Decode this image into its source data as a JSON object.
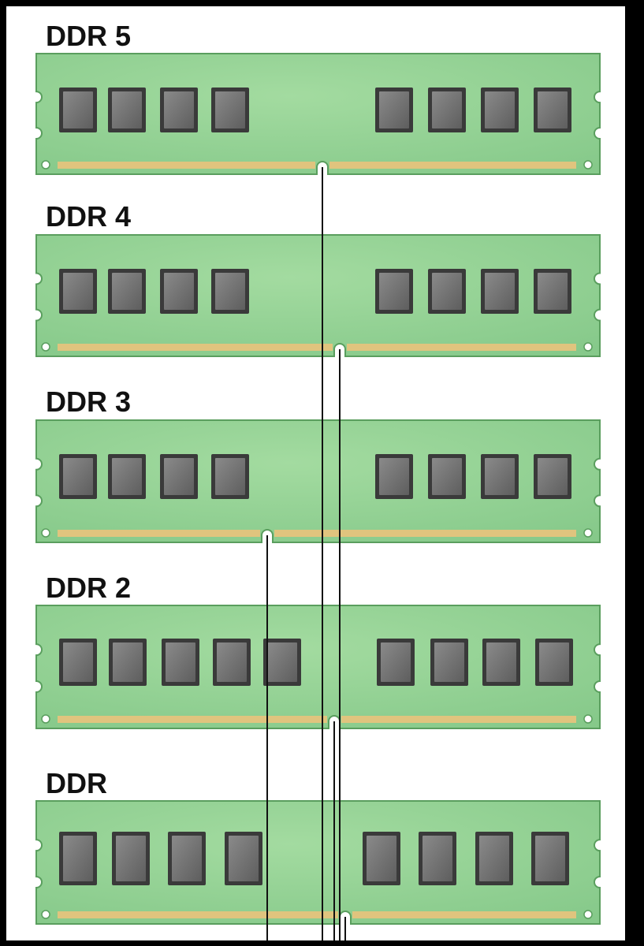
{
  "diagram": {
    "modules": [
      {
        "label": "DDR 5",
        "chips": 8
      },
      {
        "label": "DDR 4",
        "chips": 8
      },
      {
        "label": "DDR 3",
        "chips": 8
      },
      {
        "label": "DDR 2",
        "chips": 9
      },
      {
        "label": "DDR",
        "chips": 8
      }
    ],
    "colors": {
      "frame": "#000000",
      "background": "#ffffff",
      "pcb": "#8fd08f",
      "pcb_edge": "#5a9e5e",
      "chip_outer": "#3a3a3a",
      "chip_inner": "#7a7a7a",
      "contacts": "#e0c47e",
      "guide_line": "#111111"
    }
  }
}
